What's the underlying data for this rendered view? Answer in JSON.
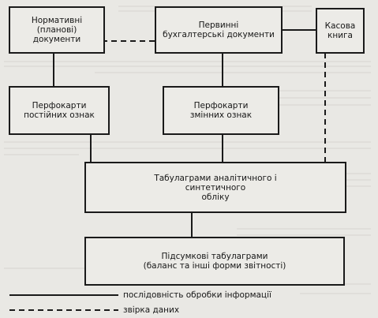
{
  "diagram": {
    "nodes": {
      "normative": "Нормативні (планові)\nдокументи",
      "primary": "Первинні\nбухгалтерські документи",
      "cash_book": "Касова\nкнига",
      "constant_cards": "Перфокарти\nпостійних ознак",
      "variable_cards": "Перфокарти\nзмінних ознак",
      "tabulagrams": "Табулаграми аналітичного  і\nсинтетичного\nобліку",
      "summary": "Підсумкові табулаграми\n(баланс та інші форми звітності)"
    },
    "legend": {
      "solid": "послідовність обробки інформації",
      "dashed": "звірка даних"
    },
    "colors": {
      "ink": "#1a1a1a",
      "paper": "#e9e8e4"
    }
  }
}
